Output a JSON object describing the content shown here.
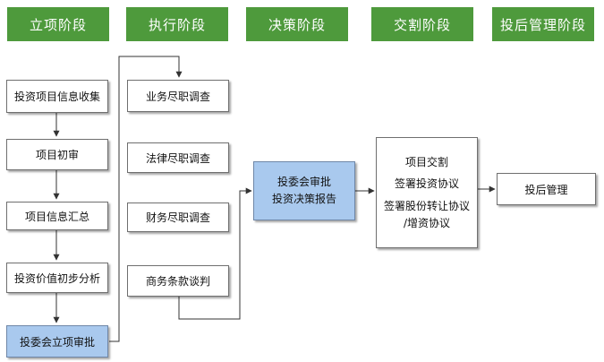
{
  "stages": [
    {
      "id": "initiation",
      "label": "立项阶段"
    },
    {
      "id": "execution",
      "label": "执行阶段"
    },
    {
      "id": "decision",
      "label": "决策阶段"
    },
    {
      "id": "closing",
      "label": "交割阶段"
    },
    {
      "id": "post",
      "label": "投后管理阶段"
    }
  ],
  "nodes": {
    "info_collection": "投资项目信息收集",
    "initial_review": "项目初审",
    "info_summary": "项目信息汇总",
    "value_analysis": "投资价值初步分析",
    "committee_approval": "投委会立项审批",
    "business_dd": "业务尽职调查",
    "legal_dd": "法律尽职调查",
    "financial_dd": "财务尽职调查",
    "terms_negotiation": "商务条款谈判",
    "decision_review": {
      "line1": "投委会审批",
      "line2": "投资决策报告"
    },
    "closing_box": {
      "line1": "项目交割",
      "line2": "签署投资协议",
      "line3": "签署股份转让协议",
      "line4": "/增资协议"
    },
    "post_management": "投后管理"
  },
  "colors": {
    "stage_header": "#4e9a3c",
    "highlight": "#a9c9ee",
    "line": "#333333"
  }
}
